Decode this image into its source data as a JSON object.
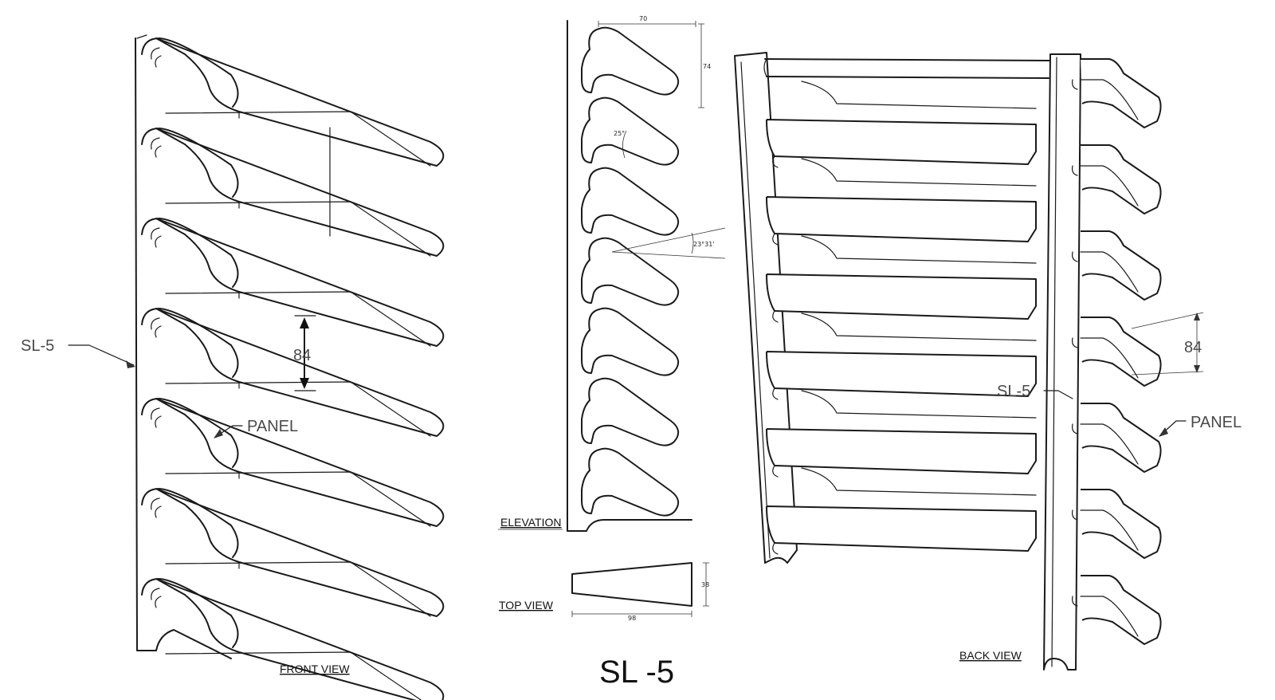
{
  "title": "SL -5",
  "views": {
    "front": "FRONT VIEW",
    "elevation": "ELEVATION",
    "top": "TOP VIEW",
    "back": "BACK  VIEW"
  },
  "callouts": {
    "front_part": "SL-5",
    "front_panel": "PANEL",
    "front_spacing": "84",
    "back_part": "SL-5",
    "back_panel": "PANEL",
    "back_spacing": "84"
  },
  "elevation_dims": {
    "width": "70",
    "height": "74",
    "angle_a": "25°",
    "angle_b": "23°31'"
  },
  "top_dims": {
    "depth": "98",
    "width": "38"
  }
}
